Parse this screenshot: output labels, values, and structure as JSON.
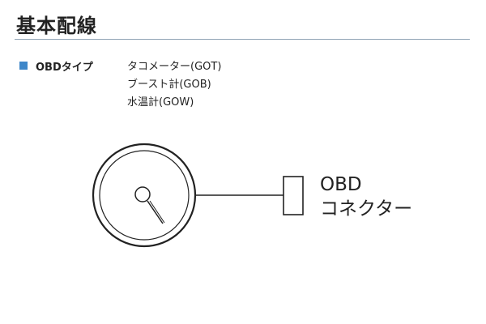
{
  "heading": {
    "title": "基本配線"
  },
  "section": {
    "bullet_color": "#3f87c9",
    "type_label": "OBDタイプ",
    "meters": [
      "タコメーター(GOT)",
      "ブースト計(GOB)",
      "水温計(GOW)"
    ]
  },
  "diagram": {
    "connector_label_line1": "OBD",
    "connector_label_line2": "コネクター",
    "icons": [
      "gauge-icon",
      "connector-icon"
    ]
  }
}
